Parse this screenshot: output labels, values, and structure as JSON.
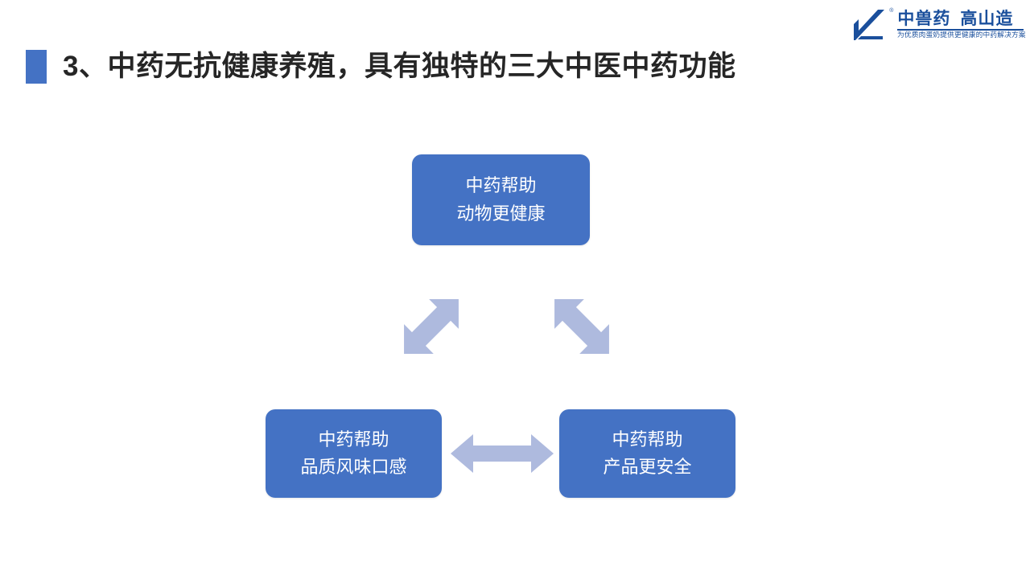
{
  "slide": {
    "background_color": "#ffffff",
    "accent_color": "#4472c4",
    "arrow_color": "#aebade",
    "title_color": "#262626"
  },
  "logo": {
    "mark_name": "gaoshan-z-logo",
    "trademark_symbol": "®",
    "brand_left": "中兽药",
    "brand_right": "高山造",
    "tagline": "为优质肉蛋奶提供更健康的中药解决方案",
    "color": "#1a4f9c"
  },
  "header": {
    "title": "3、中药无抗健康养殖，具有独特的三大中医中药功能"
  },
  "diagram": {
    "type": "triangle-cycle",
    "nodes": [
      {
        "id": "top",
        "line1": "中药帮助",
        "line2": "动物更健康",
        "fill": "#4472c4"
      },
      {
        "id": "bottom-left",
        "line1": "中药帮助",
        "line2": "品质风味口感",
        "fill": "#4472c4"
      },
      {
        "id": "bottom-right",
        "line1": "中药帮助",
        "line2": "产品更安全",
        "fill": "#4472c4"
      }
    ],
    "connectors": [
      {
        "id": "left-diagonal",
        "style": "double-headed-arrow",
        "from": "bottom-left",
        "to": "top"
      },
      {
        "id": "right-diagonal",
        "style": "double-headed-arrow",
        "from": "top",
        "to": "bottom-right"
      },
      {
        "id": "bottom-horizontal",
        "style": "double-headed-arrow",
        "from": "bottom-left",
        "to": "bottom-right"
      }
    ]
  }
}
